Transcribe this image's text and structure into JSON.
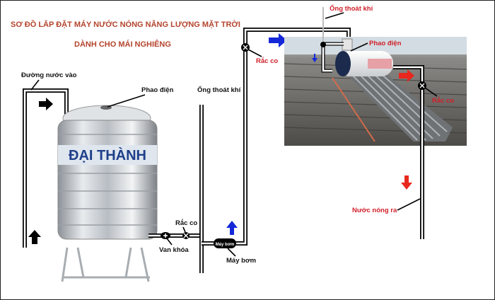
{
  "title": {
    "line1": "SƠ ĐỒ LẮP ĐẶT MÁY NƯỚC NÓNG NĂNG LƯỢNG MẶT TRỜI",
    "line2": "DÀNH CHO MÁI NGHIÊNG"
  },
  "labels": {
    "inlet": "Đường nước vào",
    "float_valve_tank": "Phao điện",
    "air_vent_mid": "Ống thoát khí",
    "union_bottom": "Rắc co",
    "shutoff_valve": "Van khóa",
    "pump": "Máy bơm",
    "pump_badge": "Máy bơm",
    "union_top": "Rắc co",
    "air_vent_top": "Ống thoát khí",
    "float_valve_roof": "Phao điện",
    "union_roof": "Rắc co",
    "hot_water_out": "Nước nóng ra"
  },
  "tank_brand": "ĐẠI THÀNH",
  "colors": {
    "title": "#b4432c",
    "red_label": "#d0202a",
    "blue_arrow": "#1428d8",
    "red_arrow": "#e8281e",
    "brand_band": "#1e3f8a"
  }
}
